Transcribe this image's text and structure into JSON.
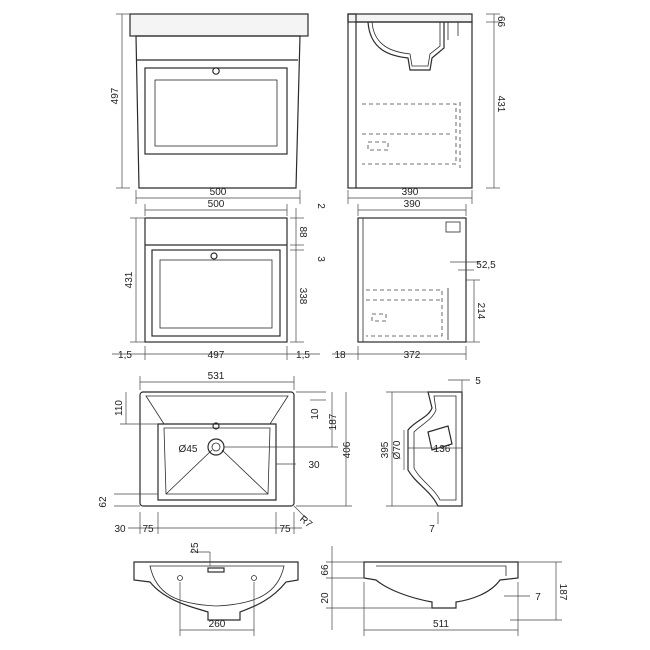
{
  "colors": {
    "line": "#2b2b2b",
    "background": "#ffffff"
  },
  "front_top": {
    "width": "500",
    "height": "497"
  },
  "side_top": {
    "depth": "390",
    "top": "66",
    "height": "431"
  },
  "front_mid": {
    "width": "500",
    "height": "431",
    "gap_top": "2",
    "top": "88",
    "gap": "3",
    "door": "338",
    "side_l": "1,5",
    "inner": "497",
    "side_r": "1,5"
  },
  "side_mid": {
    "depth": "390",
    "offset": "52,5",
    "drawer": "214",
    "back": "18",
    "body": "372"
  },
  "basin_top": {
    "width": "531",
    "top_margin": "110",
    "bowl_top": "10",
    "bowl_depth": "187",
    "depth": "406",
    "waste": "Ø45",
    "right_margin": "30",
    "front_edge": "62",
    "left_edge": "30",
    "left_inset": "75",
    "right_inset": "75",
    "radius": "R7"
  },
  "basin_side": {
    "lip": "5",
    "depth": "395",
    "tap": "Ø70",
    "reach": "136",
    "bottom": "7"
  },
  "basin_front": {
    "center": "25",
    "height": "66",
    "bowl": "20",
    "spacing": "260"
  },
  "basin_profile": {
    "overall": "187",
    "width": "511",
    "foot": "7"
  }
}
